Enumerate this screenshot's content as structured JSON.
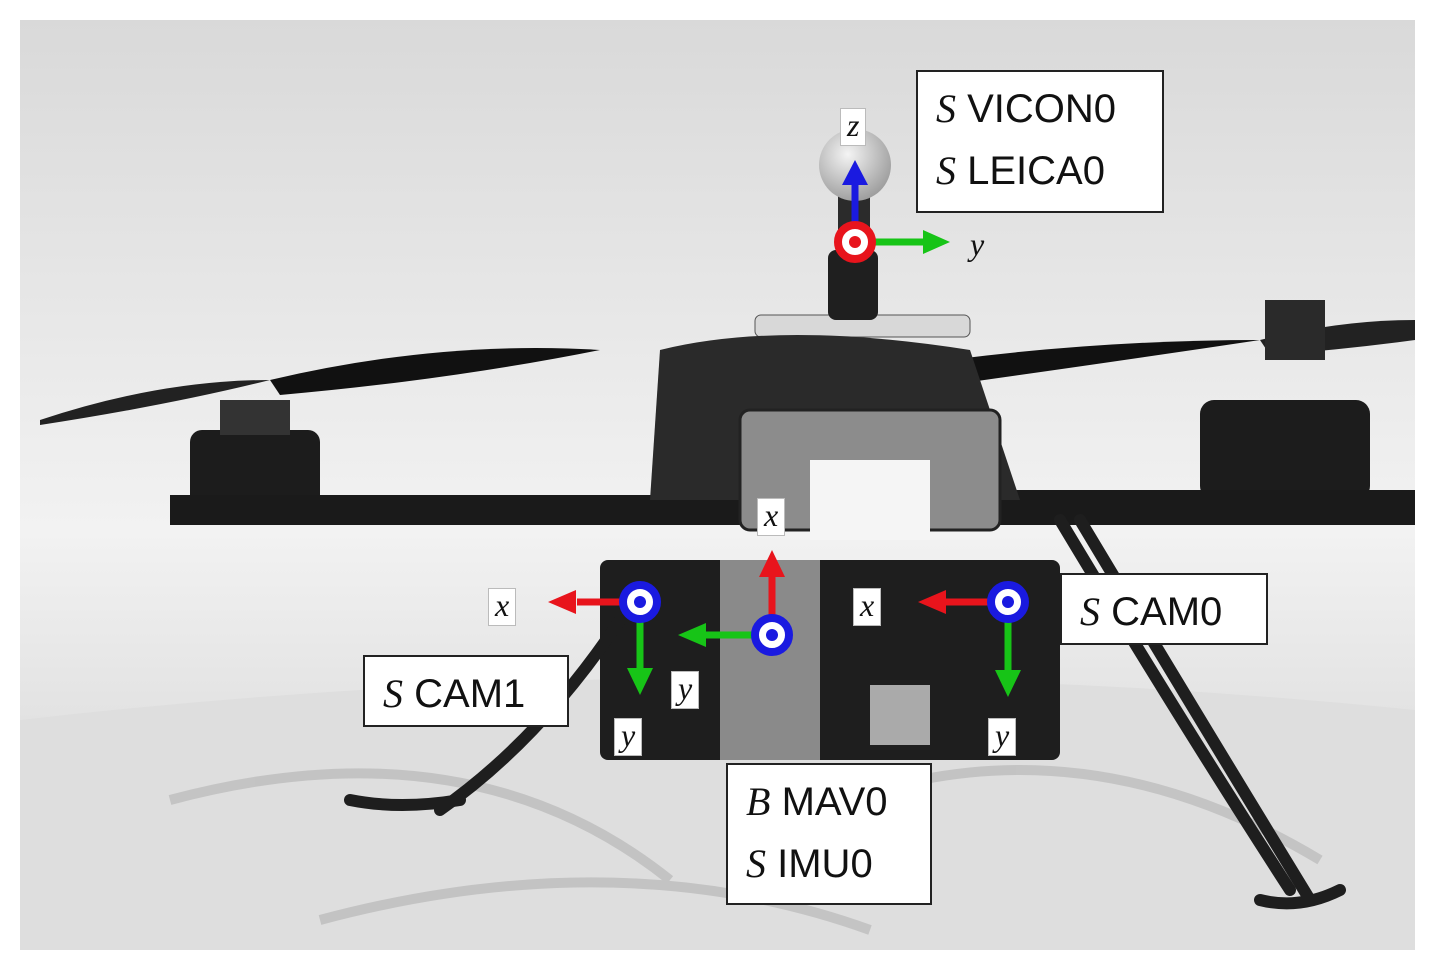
{
  "labels": {
    "top_box": {
      "line1_sym": "S",
      "line1": "VICON0",
      "line2_sym": "S",
      "line2": "LEICA0"
    },
    "cam0_box": {
      "sym": "S",
      "text": "CAM0"
    },
    "cam1_box": {
      "sym": "S",
      "text": "CAM1"
    },
    "body_box": {
      "line1_sym": "B",
      "line1": "MAV0",
      "line2_sym": "S",
      "line2": "IMU0"
    }
  },
  "axes": {
    "vicon": {
      "z": "z",
      "y": "y"
    },
    "imu": {
      "x": "x",
      "y": "y"
    },
    "cam0": {
      "x": "x",
      "y": "y"
    },
    "cam1": {
      "x": "x",
      "y": "y"
    }
  },
  "colors": {
    "x_axis": "#e8141c",
    "y_axis": "#17c417",
    "z_axis": "#1a1ae0",
    "frame_ring_blue": "#1a1ae0",
    "frame_ring_red": "#e8141c"
  }
}
